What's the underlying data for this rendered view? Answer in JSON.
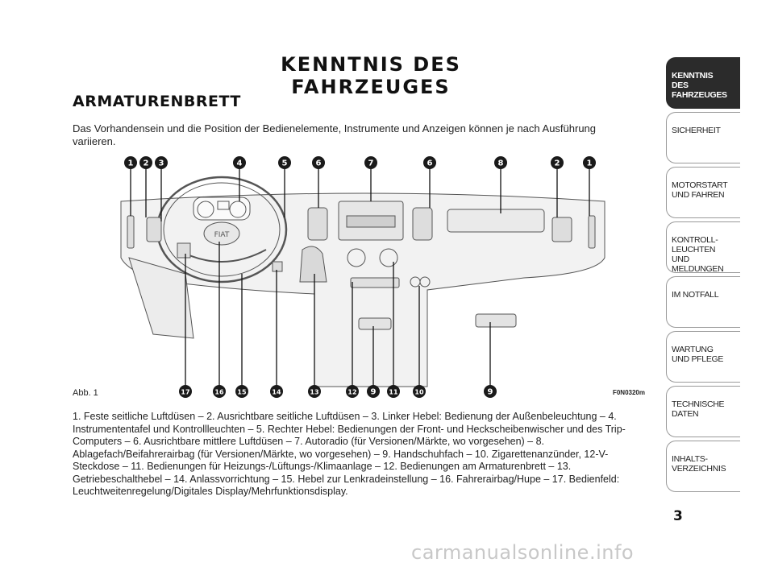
{
  "page_title": "KENNTNIS DES FAHRZEUGES",
  "section_title": "ARMATURENBRETT",
  "intro_text": "Das Vorhandensein und die Position der Bedienelemente, Instrumente und Anzeigen können je nach Ausführung variieren.",
  "figure": {
    "label": "Abb. 1",
    "code": "F0N0320m",
    "top_callouts": [
      "1",
      "2",
      "3",
      "4",
      "5",
      "6",
      "7",
      "6",
      "8",
      "2",
      "1"
    ],
    "bottom_callouts": [
      "17",
      "16",
      "15",
      "14",
      "13",
      "12",
      "9",
      "11",
      "10",
      "9"
    ]
  },
  "caption": "1. Feste seitliche Luftdüsen – 2. Ausrichtbare seitliche Luftdüsen – 3. Linker Hebel: Bedienung der Außenbeleuchtung – 4. Instrumententafel und Kontrollleuchten – 5. Rechter Hebel: Bedienungen der Front- und Heckscheibenwischer und des Trip-Computers – 6. Ausrichtbare mittlere Luftdüsen – 7. Autoradio (für Versionen/Märkte, wo vorgesehen) – 8. Ablagefach/Beifahrerairbag (für Versionen/Märkte, wo vorgesehen) – 9. Handschuhfach – 10. Zigarettenanzünder, 12-V-Steckdose – 11. Bedienungen für Heizungs-/Lüftungs-/Klimaanlage – 12. Bedienungen am Armaturenbrett – 13. Getriebeschalthebel – 14. Anlassvorrichtung – 15. Hebel zur Lenkradeinstellung – 16. Fahrerairbag/Hupe – 17. Bedienfeld: Leuchtweitenregelung/Digitales Display/Mehrfunktionsdisplay.",
  "sidebar": {
    "tabs": [
      {
        "label": "KENNTNIS\nDES FAHRZEUGES",
        "active": true
      },
      {
        "label": "SICHERHEIT",
        "active": false
      },
      {
        "label": "MOTORSTART\nUND FAHREN",
        "active": false
      },
      {
        "label": "KONTROLL-\nLEUCHTEN\nUND MELDUNGEN",
        "active": false
      },
      {
        "label": "IM NOTFALL",
        "active": false
      },
      {
        "label": "WARTUNG\nUND PFLEGE",
        "active": false
      },
      {
        "label": "TECHNISCHE\nDATEN",
        "active": false
      },
      {
        "label": "INHALTS-\nVERZEICHNIS",
        "active": false
      }
    ]
  },
  "page_number": "3",
  "watermark": "carmanualsonline.info",
  "colors": {
    "text": "#1a1a1a",
    "active_tab_bg": "#2b2b2b",
    "callout_fill": "#1a1a1a",
    "watermark": "#c8c8c8"
  }
}
